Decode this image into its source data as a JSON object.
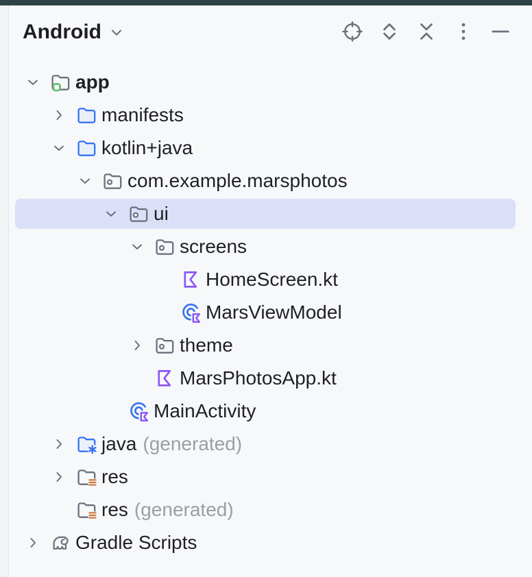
{
  "colors": {
    "top_accent": "#2e4348",
    "background": "#f7f8fa",
    "selection": "#dbe0f8",
    "text_primary": "#1e2025",
    "text_secondary": "#9b9ea6",
    "icon_gray": "#6c707e",
    "accent_blue": "#3574f0",
    "kotlin_purple": "#8c57f5",
    "module_green": "#5cbf6a",
    "resource_orange": "#cc7c3f"
  },
  "header": {
    "title": "Android",
    "title_chevron_icon": "chevron-down-icon",
    "icons": [
      {
        "name": "select-opened-file-button",
        "icon": "locate-target-icon"
      },
      {
        "name": "expand-all-button",
        "icon": "expand-all-icon"
      },
      {
        "name": "collapse-all-button",
        "icon": "collapse-all-icon"
      },
      {
        "name": "more-options-button",
        "icon": "kebab-menu-icon"
      },
      {
        "name": "hide-tool-window-button",
        "icon": "minimize-icon"
      }
    ]
  },
  "tree": {
    "rows": [
      {
        "label": "app",
        "depth": 0,
        "chevron": "down",
        "icon": "android-module-folder",
        "bold": true,
        "selected": false
      },
      {
        "label": "manifests",
        "depth": 1,
        "chevron": "right",
        "icon": "folder-blue",
        "bold": false,
        "selected": false
      },
      {
        "label": "kotlin+java",
        "depth": 1,
        "chevron": "down",
        "icon": "folder-blue",
        "bold": false,
        "selected": false
      },
      {
        "label": "com.example.marsphotos",
        "depth": 2,
        "chevron": "down",
        "icon": "package-folder",
        "bold": false,
        "selected": false
      },
      {
        "label": "ui",
        "depth": 3,
        "chevron": "down",
        "icon": "package-folder",
        "bold": false,
        "selected": true
      },
      {
        "label": "screens",
        "depth": 4,
        "chevron": "down",
        "icon": "package-folder",
        "bold": false,
        "selected": false
      },
      {
        "label": "HomeScreen.kt",
        "depth": 5,
        "chevron": "none",
        "icon": "kotlin-file",
        "bold": false,
        "selected": false
      },
      {
        "label": "MarsViewModel",
        "depth": 5,
        "chevron": "none",
        "icon": "kotlin-class",
        "bold": false,
        "selected": false
      },
      {
        "label": "theme",
        "depth": 4,
        "chevron": "right",
        "icon": "package-folder",
        "bold": false,
        "selected": false
      },
      {
        "label": "MarsPhotosApp.kt",
        "depth": 4,
        "chevron": "none",
        "icon": "kotlin-file",
        "bold": false,
        "selected": false
      },
      {
        "label": "MainActivity",
        "depth": 3,
        "chevron": "none",
        "icon": "kotlin-class",
        "bold": false,
        "selected": false
      },
      {
        "label": "java",
        "suffix": "(generated)",
        "depth": 1,
        "chevron": "right",
        "icon": "folder-generated",
        "bold": false,
        "selected": false
      },
      {
        "label": "res",
        "depth": 1,
        "chevron": "right",
        "icon": "folder-resources",
        "bold": false,
        "selected": false
      },
      {
        "label": "res",
        "suffix": "(generated)",
        "depth": 1,
        "chevron": "none",
        "icon": "folder-resources",
        "bold": false,
        "selected": false
      },
      {
        "label": "Gradle Scripts",
        "depth": 0,
        "chevron": "right",
        "icon": "gradle-elephant",
        "bold": false,
        "selected": false
      }
    ]
  }
}
